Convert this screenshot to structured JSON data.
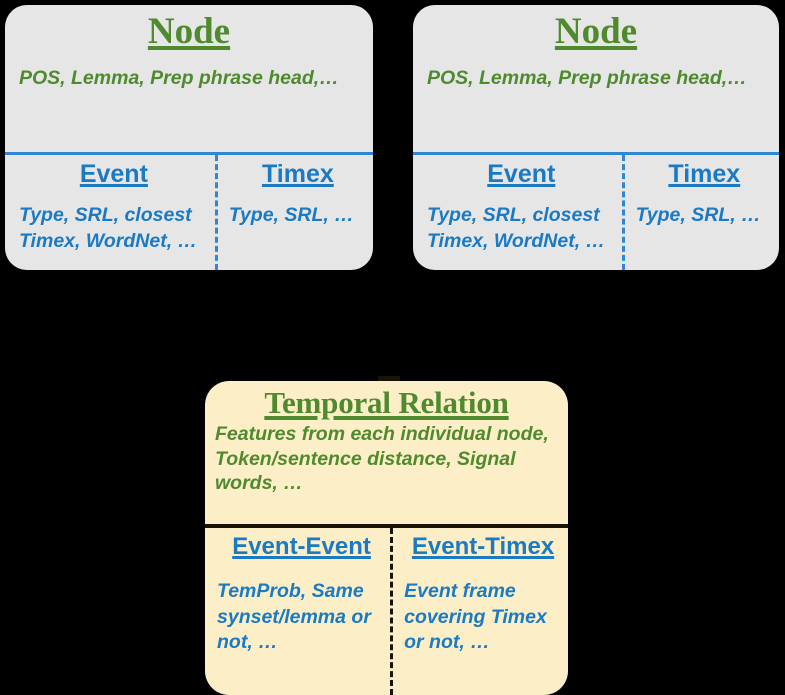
{
  "diagram": {
    "background_color": "#000000",
    "accent_green": "#4F8A2E",
    "accent_blue": "#1B7AC4",
    "node_fill": "#E6E6E6",
    "relation_fill": "#FCEFC7"
  },
  "nodes": [
    {
      "title": "Node",
      "shared_features": "POS, Lemma, Prep phrase head,…",
      "columns": [
        {
          "heading": "Event",
          "features": "Type, SRL, closest Timex, WordNet, …"
        },
        {
          "heading": "Timex",
          "features": "Type, SRL, …"
        }
      ]
    },
    {
      "title": "Node",
      "shared_features": "POS, Lemma, Prep phrase head,…",
      "columns": [
        {
          "heading": "Event",
          "features": "Type, SRL, closest Timex, WordNet, …"
        },
        {
          "heading": "Timex",
          "features": "Type, SRL, …"
        }
      ]
    }
  ],
  "relation": {
    "title": "Temporal Relation",
    "shared_features": "Features from each individual node, Token/sentence distance, Signal words, …",
    "columns": [
      {
        "heading": "Event-Event",
        "features": "TemProb, Same synset/lemma or not, …"
      },
      {
        "heading": "Event-Timex",
        "features": "Event frame covering Timex or not, …"
      }
    ]
  }
}
